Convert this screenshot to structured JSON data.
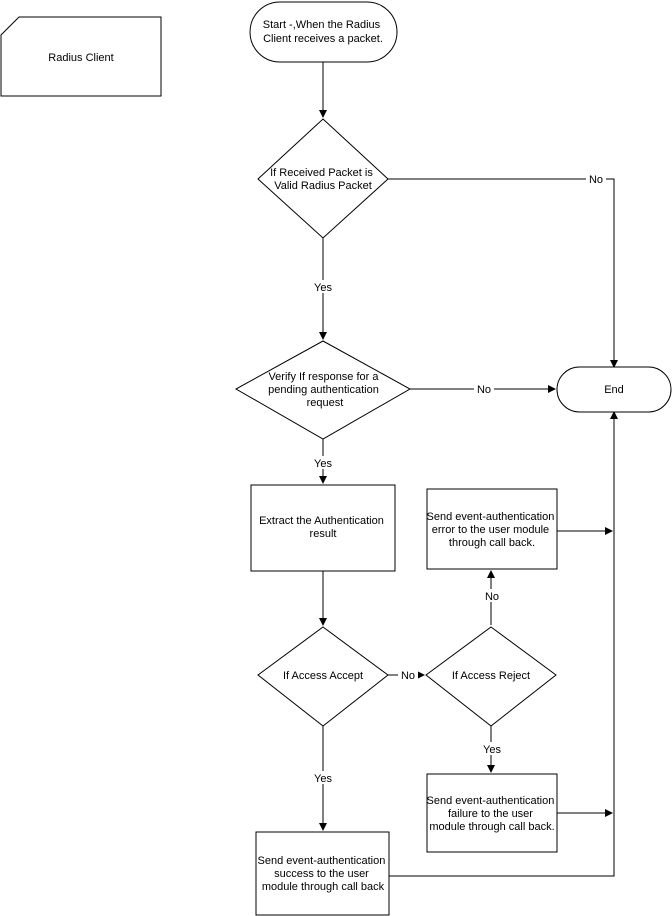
{
  "diagram": {
    "legend": {
      "label": "Radius Client"
    },
    "nodes": {
      "start": {
        "lines": [
          "Start -,When the Radius",
          "Client receives a packet."
        ]
      },
      "valid_packet": {
        "lines": [
          "If Received Packet is",
          "Valid Radius Packet"
        ]
      },
      "verify_pending": {
        "lines": [
          "Verify If response for a",
          "pending authentication",
          "request"
        ]
      },
      "end": {
        "lines": [
          "End"
        ]
      },
      "extract": {
        "lines": [
          "Extract the Authentication",
          "result"
        ]
      },
      "access_accept": {
        "lines": [
          "If Access Accept"
        ]
      },
      "access_reject": {
        "lines": [
          "If Access Reject"
        ]
      },
      "send_error": {
        "lines": [
          "Send  event-authentication",
          "error   to the user module",
          "through call back."
        ]
      },
      "send_failure": {
        "lines": [
          "Send  event-authentication",
          "failure   to the user",
          "module through call back."
        ]
      },
      "send_success": {
        "lines": [
          "Send event-authentication",
          "success to  the user",
          "module through call back"
        ]
      }
    },
    "edge_labels": {
      "valid_no": "No",
      "valid_yes": "Yes",
      "verify_no": "No",
      "verify_yes": "Yes",
      "accept_no": "No",
      "accept_yes": "Yes",
      "reject_no": "No",
      "reject_yes": "Yes"
    }
  }
}
